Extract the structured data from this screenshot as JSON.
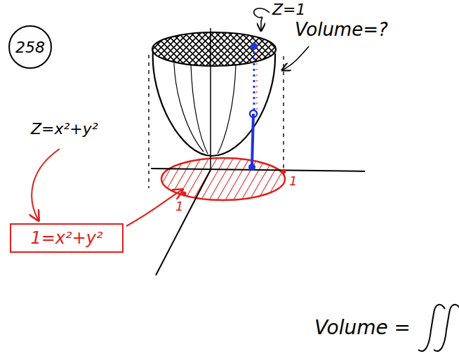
{
  "diagram": {
    "nodes": [
      {
        "text": [
          "258"
        ]
      },
      {
        "text": [
          "1=x²+y²"
        ]
      }
    ],
    "labels": [
      "Z=1",
      "Volume=?",
      "Z=x²+y²",
      "1",
      "1",
      "Volume ="
    ]
  }
}
